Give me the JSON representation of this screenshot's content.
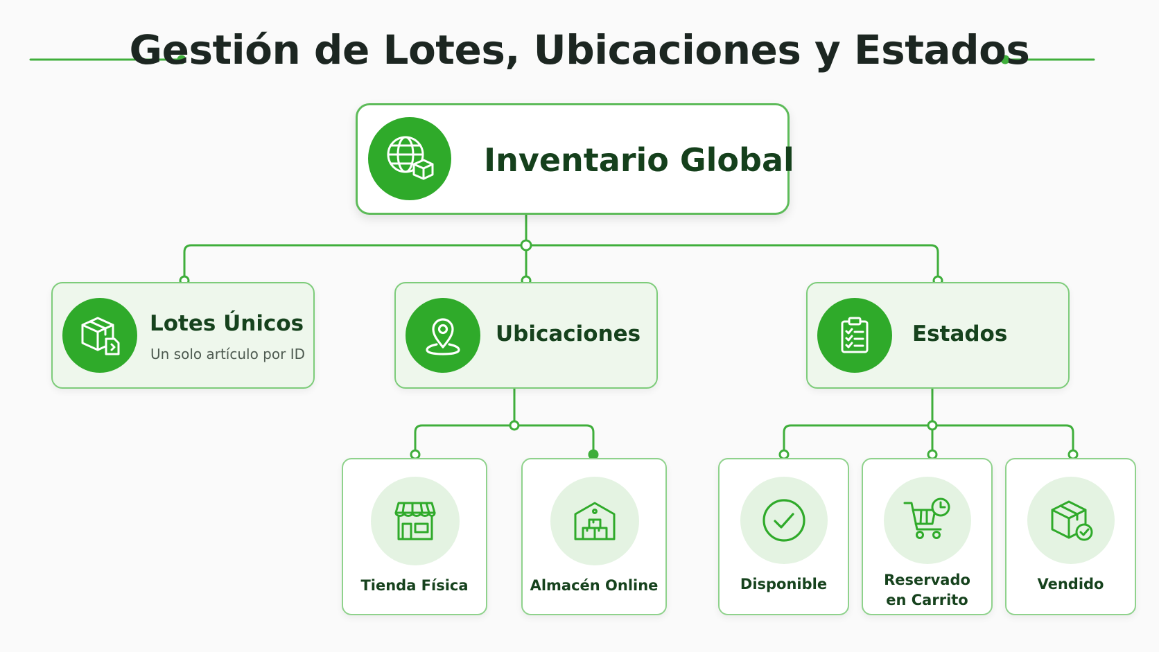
{
  "title": "Gestión de Lotes, Ubicaciones y Estados",
  "colors": {
    "accent": "#2faa2a",
    "line": "#3fae3b",
    "text": "#16421d",
    "soft": "#e4f3e2"
  },
  "root": {
    "label": "Inventario Global",
    "icon": "globe-box-icon"
  },
  "level1": {
    "lotes": {
      "label": "Lotes Únicos",
      "sub": "Un solo artículo por ID",
      "icon": "boxes-icon"
    },
    "ubicaciones": {
      "label": "Ubicaciones",
      "icon": "map-pin-icon"
    },
    "estados": {
      "label": "Estados",
      "icon": "clipboard-checklist-icon"
    }
  },
  "ubicaciones_children": [
    {
      "label": "Tienda Física",
      "icon": "storefront-icon"
    },
    {
      "label": "Almacén Online",
      "icon": "warehouse-icon"
    }
  ],
  "estados_children": [
    {
      "label": "Disponible",
      "icon": "check-circle-icon"
    },
    {
      "label": "Reservado en Carrito",
      "icon": "cart-clock-icon"
    },
    {
      "label": "Vendido",
      "icon": "box-check-icon"
    }
  ]
}
